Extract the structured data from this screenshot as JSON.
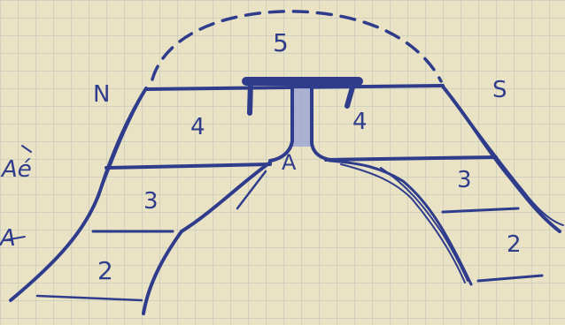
{
  "labels": {
    "n": "N",
    "s": "S",
    "a": "A",
    "ae": "Aé",
    "a_left": "A",
    "zone_5": "5",
    "zone_4_left": "4",
    "zone_4_right": "4",
    "zone_3_left": "3",
    "zone_3_right": "3",
    "zone_2_left": "2",
    "zone_2_right": "2"
  },
  "colors": {
    "paper": "#e9e2c4",
    "grid": "#a8b7b2",
    "ink": "#2f3c8c",
    "ink_dark": "#1f2a70",
    "shade": "#9fa8d4"
  }
}
